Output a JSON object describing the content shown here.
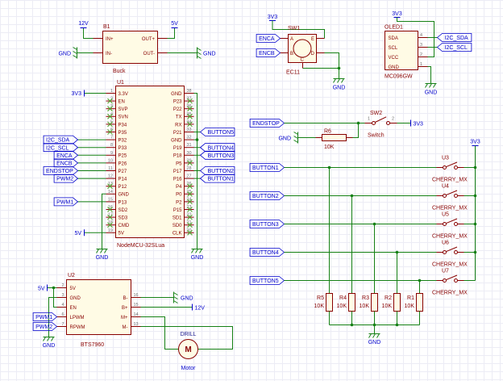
{
  "colors": {
    "wire": "#158015",
    "component": "#880000",
    "net": "#0000CC",
    "pin_number": "#707070",
    "no_connect": "#55A332",
    "ground": "#158015",
    "symbol_fill": "#FFFBE5",
    "grid": "#ECECF5",
    "drill_label": "#16168C"
  },
  "power": {
    "v12": "12V",
    "v5": "5V",
    "v3": "3V3",
    "gnd": "GND"
  },
  "buck": {
    "ref": "B1",
    "value": "Buck",
    "pin_in_plus": "IN+",
    "pin_in_minus": "IN-",
    "pin_out_plus": "OUT+",
    "pin_out_minus": "OUT-"
  },
  "encoder": {
    "ref": "SW1",
    "value": "EC11",
    "net_a": "ENCA",
    "net_b": "ENCB",
    "pin_letters": [
      "A",
      "B",
      "C",
      "D",
      "E"
    ]
  },
  "oled": {
    "ref": "OLED1",
    "value": "MC096GW",
    "pins": [
      {
        "num": "4",
        "name": "SDA"
      },
      {
        "num": "3",
        "name": "SCL"
      },
      {
        "num": "2",
        "name": "VCC"
      },
      {
        "num": "1",
        "name": "GND"
      }
    ],
    "net_sda": "I2C_SDA",
    "net_scl": "I2C_SCL"
  },
  "mcu": {
    "ref": "U1",
    "value": "NodeMCU-32SLua",
    "left_pins": [
      {
        "num": "1",
        "name": "3.3V",
        "conn": "v3"
      },
      {
        "num": "2",
        "name": "EN",
        "conn": "nc"
      },
      {
        "num": "3",
        "name": "SVP",
        "conn": "nc"
      },
      {
        "num": "4",
        "name": "SVN",
        "conn": "nc"
      },
      {
        "num": "5",
        "name": "P34",
        "conn": "nc"
      },
      {
        "num": "6",
        "name": "P35",
        "conn": "nc"
      },
      {
        "num": "7",
        "name": "P32",
        "conn": "flag",
        "net": "I2C_SDA"
      },
      {
        "num": "8",
        "name": "P33",
        "conn": "flag",
        "net": "I2C_SCL"
      },
      {
        "num": "9",
        "name": "P25",
        "conn": "flag",
        "net": "ENCA"
      },
      {
        "num": "10",
        "name": "P26",
        "conn": "flag",
        "net": "ENCB"
      },
      {
        "num": "11",
        "name": "P27",
        "conn": "flag",
        "net": "ENDSTOP"
      },
      {
        "num": "12",
        "name": "P14",
        "conn": "flag",
        "net": "PWM2"
      },
      {
        "num": "13",
        "name": "P12",
        "conn": "nc"
      },
      {
        "num": "14",
        "name": "GND",
        "conn": "gnd"
      },
      {
        "num": "15",
        "name": "P13",
        "conn": "flag",
        "net": "PWM1"
      },
      {
        "num": "16",
        "name": "SD2",
        "conn": "nc"
      },
      {
        "num": "17",
        "name": "SD3",
        "conn": "nc"
      },
      {
        "num": "18",
        "name": "CMD",
        "conn": "nc"
      },
      {
        "num": "19",
        "name": "5V",
        "conn": "v5"
      }
    ],
    "right_pins": [
      {
        "num": "38",
        "name": "GND",
        "conn": "gnd_rail"
      },
      {
        "num": "37",
        "name": "P23",
        "conn": "nc"
      },
      {
        "num": "36",
        "name": "P22",
        "conn": "nc"
      },
      {
        "num": "35",
        "name": "TX",
        "conn": "nc"
      },
      {
        "num": "34",
        "name": "RX",
        "conn": "nc"
      },
      {
        "num": "33",
        "name": "P21",
        "conn": "flag",
        "net": "BUTTON5"
      },
      {
        "num": "32",
        "name": "GND",
        "conn": "gnd_join"
      },
      {
        "num": "31",
        "name": "P19",
        "conn": "flag",
        "net": "BUTTON4"
      },
      {
        "num": "30",
        "name": "P18",
        "conn": "flag",
        "net": "BUTTON3"
      },
      {
        "num": "29",
        "name": "P5",
        "conn": "nc"
      },
      {
        "num": "28",
        "name": "P17",
        "conn": "flag",
        "net": "BUTTON2"
      },
      {
        "num": "27",
        "name": "P16",
        "conn": "flag",
        "net": "BUTTON1"
      },
      {
        "num": "26",
        "name": "P4",
        "conn": "nc"
      },
      {
        "num": "25",
        "name": "P0",
        "conn": "nc"
      },
      {
        "num": "24",
        "name": "P2",
        "conn": "nc"
      },
      {
        "num": "23",
        "name": "P15",
        "conn": "nc"
      },
      {
        "num": "22",
        "name": "SD1",
        "conn": "nc"
      },
      {
        "num": "21",
        "name": "SD0",
        "conn": "nc"
      },
      {
        "num": "20",
        "name": "CLK",
        "conn": "nc"
      }
    ]
  },
  "endstop": {
    "net": "ENDSTOP",
    "resistor_ref": "R6",
    "resistor_value": "10K",
    "switch_ref": "SW2",
    "switch_value": "Switch",
    "pin1": "1",
    "pin2": "2"
  },
  "buttons": {
    "rows": [
      {
        "net": "BUTTON1",
        "switch_ref": "U3",
        "switch_value": "CHERRY_MX",
        "resistor_ref": "R5",
        "resistor_value": "10K"
      },
      {
        "net": "BUTTON2",
        "switch_ref": "U4",
        "switch_value": "CHERRY_MX",
        "resistor_ref": "R4",
        "resistor_value": "10K"
      },
      {
        "net": "BUTTON3",
        "switch_ref": "U5",
        "switch_value": "CHERRY_MX",
        "resistor_ref": "R3",
        "resistor_value": "10K"
      },
      {
        "net": "BUTTON4",
        "switch_ref": "U6",
        "switch_value": "CHERRY_MX",
        "resistor_ref": "R2",
        "resistor_value": "10K"
      },
      {
        "net": "BUTTON5",
        "switch_ref": "U7",
        "switch_value": "CHERRY_MX",
        "resistor_ref": "R1",
        "resistor_value": "10K"
      }
    ]
  },
  "driver": {
    "ref": "U2",
    "value": "BTS7960",
    "left_pins": [
      {
        "num": "2",
        "name": "5V"
      },
      {
        "num": "3",
        "name": "GND"
      },
      {
        "num": "4",
        "name": "EN"
      },
      {
        "num": "6",
        "name": "LPWM"
      },
      {
        "num": "7",
        "name": "RPWM"
      }
    ],
    "right_pins": [
      {
        "num": "16",
        "name": "B-"
      },
      {
        "num": "15",
        "name": "B+"
      },
      {
        "num": "14",
        "name": "M+"
      },
      {
        "num": "13",
        "name": "M-"
      }
    ],
    "net_pwm1": "PWM1",
    "net_pwm2": "PWM2"
  },
  "motor": {
    "ref": "DRILL",
    "value": "Motor",
    "letter": "M"
  }
}
